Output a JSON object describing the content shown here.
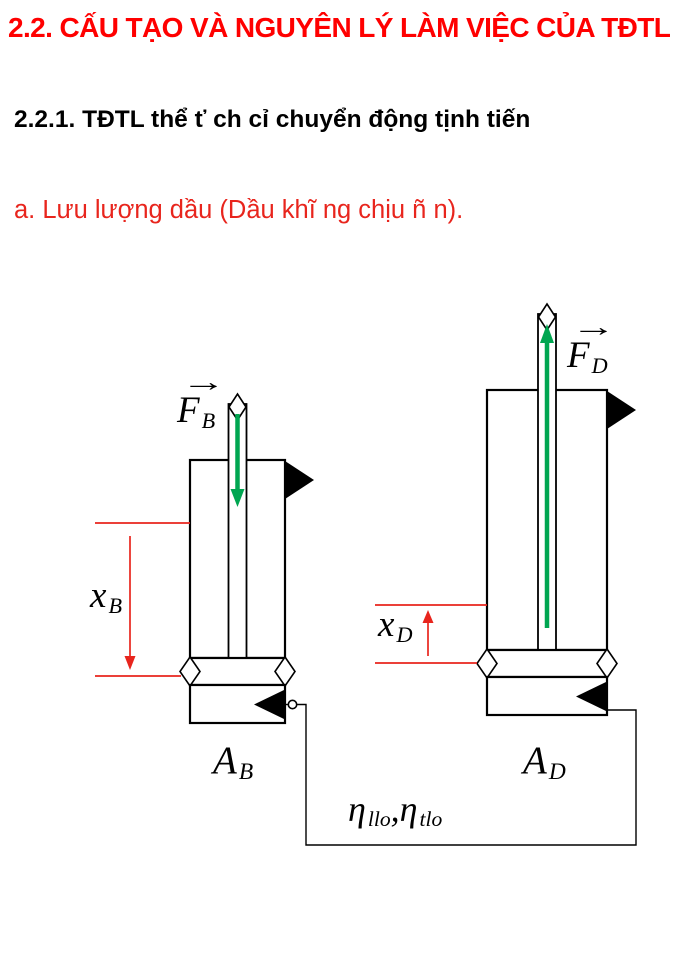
{
  "slide": {
    "title": "2.2. CẤU TẠO VÀ NGUYÊN LÝ LÀM VIỆC CỦA TĐTL",
    "subtitle": "2.2.1. TĐTL thể ť ch cỉ  chuyển động tịnh tiến",
    "item_a": "a. Lưu lượng dầu (Dầu khĩ ng chịu ñ n)."
  },
  "diagram": {
    "vector_arrow": "→",
    "cylinder_b": {
      "force": "F",
      "force_sub": "B",
      "stroke": "x",
      "stroke_sub": "B",
      "area": "A",
      "area_sub": "B"
    },
    "cylinder_d": {
      "force": "F",
      "force_sub": "D",
      "stroke": "x",
      "stroke_sub": "D",
      "area": "A",
      "area_sub": "D"
    },
    "efficiency": {
      "eta": "η",
      "sub1": "llo",
      "comma": ",",
      "eta2": "η",
      "sub2": "tlo"
    },
    "colors": {
      "title_red": "#ff0000",
      "annotation_red": "#e8251d",
      "arrow_green": "#00a651",
      "line_black": "#000000"
    }
  }
}
